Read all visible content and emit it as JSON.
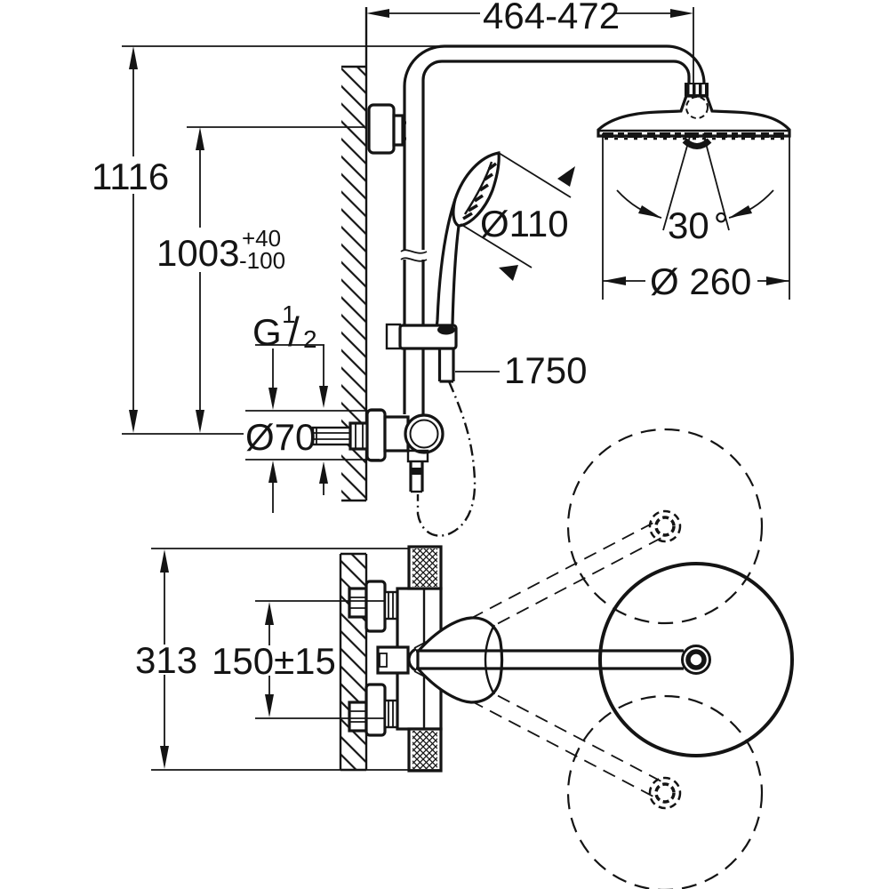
{
  "drawing": {
    "dims": {
      "top_width": "464-472",
      "height_total": "1116",
      "height_outlet": "1003",
      "tol_plus": "+40",
      "tol_minus": "-100",
      "thread_G": "G",
      "thread_sup": "1",
      "thread_slash": "/",
      "thread_sub": "2",
      "rosette_dia": "Ø70",
      "hand_shower_dia": "Ø110",
      "hose_length": "1750",
      "spray_angle_value": "30",
      "spray_angle_unit": "°",
      "head_shower_dia": "Ø 260",
      "body_height": "313",
      "connection_distance": "150±15"
    }
  }
}
